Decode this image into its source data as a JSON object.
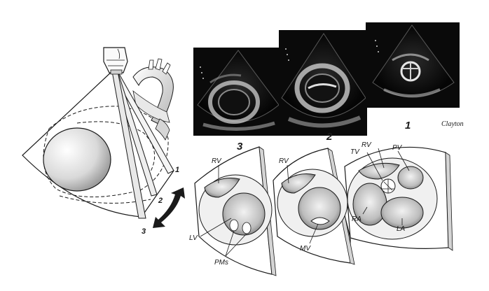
{
  "probe_diagram": {
    "plane_labels": [
      "1",
      "2",
      "3"
    ]
  },
  "echo_panels": [
    {
      "number": "3"
    },
    {
      "number": "2"
    },
    {
      "number": "1"
    }
  ],
  "section_3": {
    "labels": {
      "rv": "RV",
      "lv": "LV",
      "pms": "PMs"
    }
  },
  "section_2": {
    "labels": {
      "rv": "RV",
      "mv": "MV"
    }
  },
  "section_1": {
    "labels": {
      "rv": "RV",
      "tv": "TV",
      "pv": "PV",
      "ra": "RA",
      "la": "LA"
    }
  },
  "signature": "Clayton",
  "colors": {
    "ink": "#1a1a1a",
    "echo_bg": "#0a0a0a",
    "panel_fill": "#e6e6e6"
  }
}
